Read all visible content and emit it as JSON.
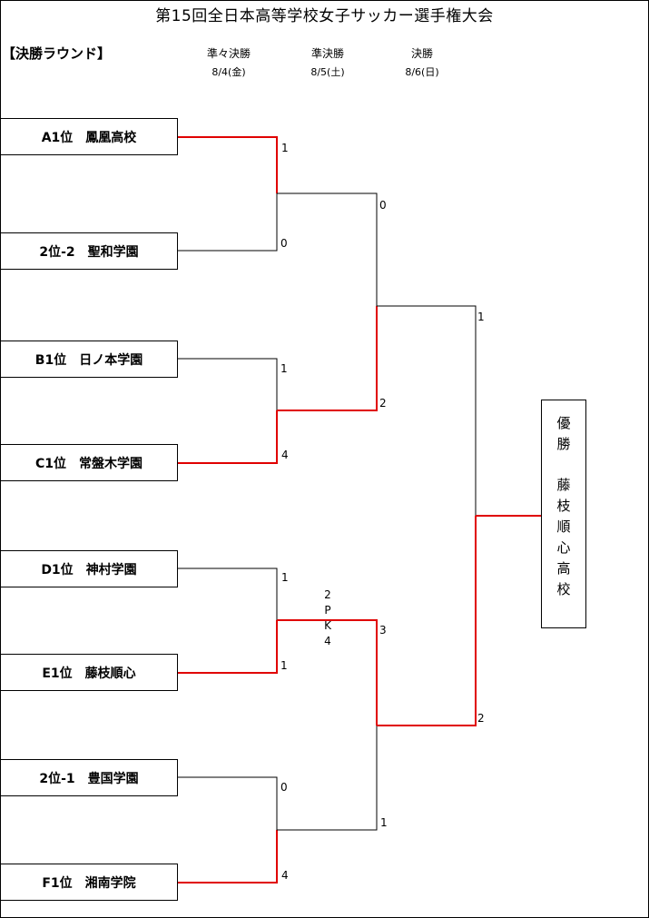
{
  "title": "第15回全日本高等学校女子サッカー選手権大会",
  "section": "【決勝ラウンド】",
  "rounds": [
    {
      "label": "準々決勝",
      "date": "8/4(金)"
    },
    {
      "label": "準決勝",
      "date": "8/5(土)"
    },
    {
      "label": "決勝",
      "date": "8/6(日)"
    }
  ],
  "teams": [
    {
      "seed": "A1位",
      "name": "鳳凰高校"
    },
    {
      "seed": "2位-2",
      "name": "聖和学園"
    },
    {
      "seed": "B1位",
      "name": "日ノ本学園"
    },
    {
      "seed": "C1位",
      "name": "常盤木学園"
    },
    {
      "seed": "D1位",
      "name": "神村学園"
    },
    {
      "seed": "E1位",
      "name": "藤枝順心"
    },
    {
      "seed": "2位-1",
      "name": "豊国学園"
    },
    {
      "seed": "F1位",
      "name": "湘南学院"
    }
  ],
  "scores": {
    "qf1_top": "1",
    "qf1_bottom": "0",
    "qf2_top": "1",
    "qf2_bottom": "4",
    "qf3_top": "1",
    "qf3_bottom": "1",
    "qf4_top": "0",
    "qf4_bottom": "4",
    "sf1_top": "0",
    "sf1_bottom": "2",
    "sf2_top": "3",
    "sf2_bottom": "1",
    "final_top": "1",
    "final_bottom": "2"
  },
  "pk_note": [
    "2",
    "P",
    "K",
    "4"
  ],
  "champion": {
    "label": [
      "優",
      "勝"
    ],
    "name": [
      "藤",
      "枝",
      "順",
      "心",
      "高",
      "校"
    ]
  },
  "colors": {
    "winner_line": "#e00000",
    "loser_line": "#000000"
  }
}
